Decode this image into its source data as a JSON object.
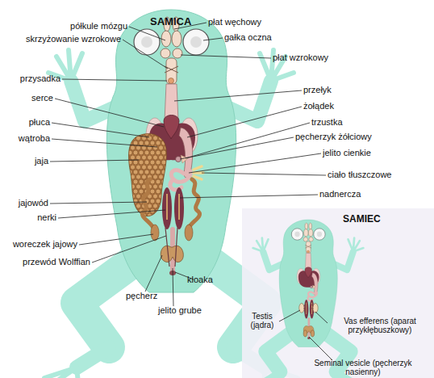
{
  "diagram": {
    "nodes": [
      {
        "text": [
          "SAMIEC",
          "Testis (jądra)",
          "Vas efferens (aparat przykłębuszkowy)",
          "Seminal vesicle (pęcherzyk nasienny)"
        ]
      }
    ],
    "labels": [
      "SAMICA",
      "półkule mózgu",
      "płat węchowy",
      "skrzyżowanie wzrokowe",
      "gałka oczna",
      "płat wzrokowy",
      "przysadka",
      "przełyk",
      "serce",
      "żołądek",
      "płuca",
      "trzustka",
      "wątroba",
      "pęcherzyk żółciowy",
      "jaja",
      "jelito cienkie",
      "ciało tłuszczowe",
      "nadnercza",
      "jajowód",
      "nerki",
      "woreczek jajowy",
      "przewód Wolffian",
      "kloaka",
      "pęcherz",
      "jelito grube"
    ]
  }
}
